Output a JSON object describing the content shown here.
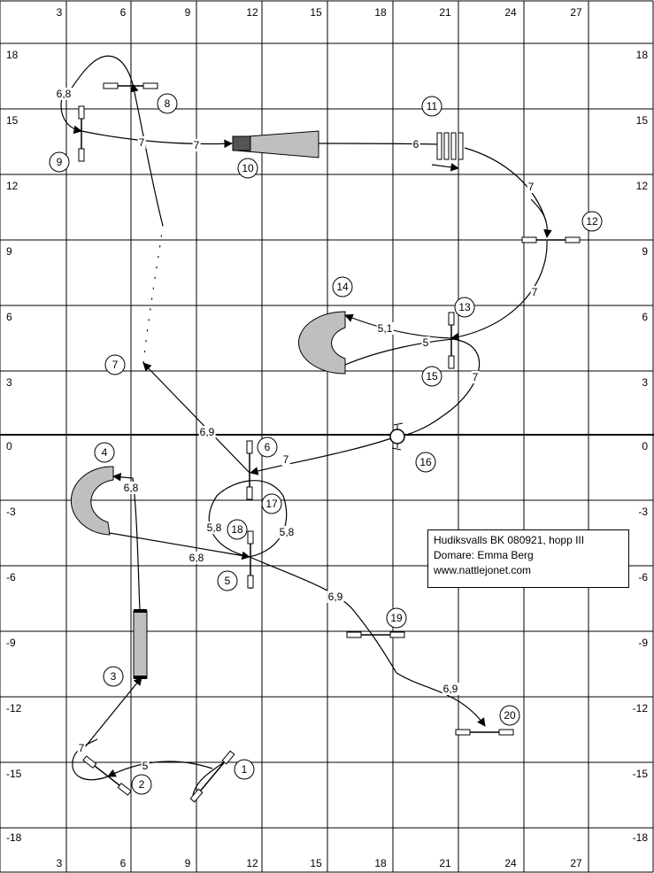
{
  "course": {
    "x_ticks": [
      "3",
      "6",
      "9",
      "12",
      "15",
      "18",
      "21",
      "24",
      "27"
    ],
    "y_ticks": [
      "18",
      "15",
      "12",
      "9",
      "6",
      "3",
      "0",
      "-3",
      "-6",
      "-9",
      "-12",
      "-15",
      "-18"
    ],
    "obstacle_numbers": [
      "1",
      "2",
      "3",
      "4",
      "5",
      "6",
      "7",
      "8",
      "9",
      "10",
      "11",
      "12",
      "13",
      "14",
      "15",
      "16",
      "17",
      "18",
      "19",
      "20"
    ],
    "distances": [
      "6,8",
      "7",
      "7",
      "6",
      "7",
      "7",
      "5,1",
      "5",
      "7",
      "6,9",
      "7",
      "6,8",
      "5,8",
      "5,8",
      "6,8",
      "6,9",
      "6,9",
      "5",
      "7"
    ]
  },
  "info": {
    "line1": "Hudiksvalls BK 080921, hopp III",
    "line2": "Domare: Emma Berg",
    "line3": "www.nattlejonet.com"
  }
}
